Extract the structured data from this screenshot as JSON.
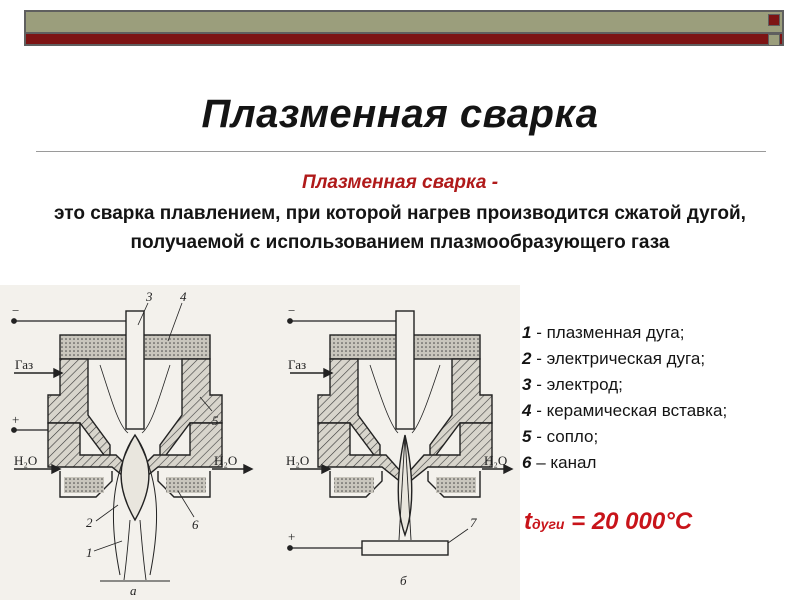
{
  "header": {
    "colors": {
      "olive": "#9b9e7c",
      "maroon": "#7d1414"
    }
  },
  "slide": {
    "title": "Плазменная сварка",
    "definition_head": "Плазменная сварка -",
    "definition_body": "это сварка плавлением, при которой нагрев производится сжатой дугой, получаемой с использованием плазмообразующего газа"
  },
  "figure": {
    "left": {
      "gas": "Газ",
      "water_in": "H₂O",
      "water_out": "H₂O",
      "plus": "+",
      "minus": "−",
      "n1": "1",
      "n2": "2",
      "n3": "3",
      "n4": "4",
      "n5": "5",
      "n6": "6",
      "caption": "а"
    },
    "right": {
      "gas": "Газ",
      "water_in": "H₂O",
      "water_out": "H₂O",
      "plus": "+",
      "minus": "−",
      "n7": "7",
      "caption": "б"
    }
  },
  "legend": [
    {
      "num": "1",
      "text": " - плазменная дуга;"
    },
    {
      "num": "2",
      "text": " - электрическая дуга;"
    },
    {
      "num": "3",
      "text": " - электрод;"
    },
    {
      "num": "4",
      "text": " - керамическая вставка;"
    },
    {
      "num": "5",
      "text": " - сопло;"
    },
    {
      "num": "6",
      "text": " – канал"
    }
  ],
  "temperature": {
    "symbol": "t",
    "subscript": "дуги",
    "value": " = 20 000°C"
  }
}
